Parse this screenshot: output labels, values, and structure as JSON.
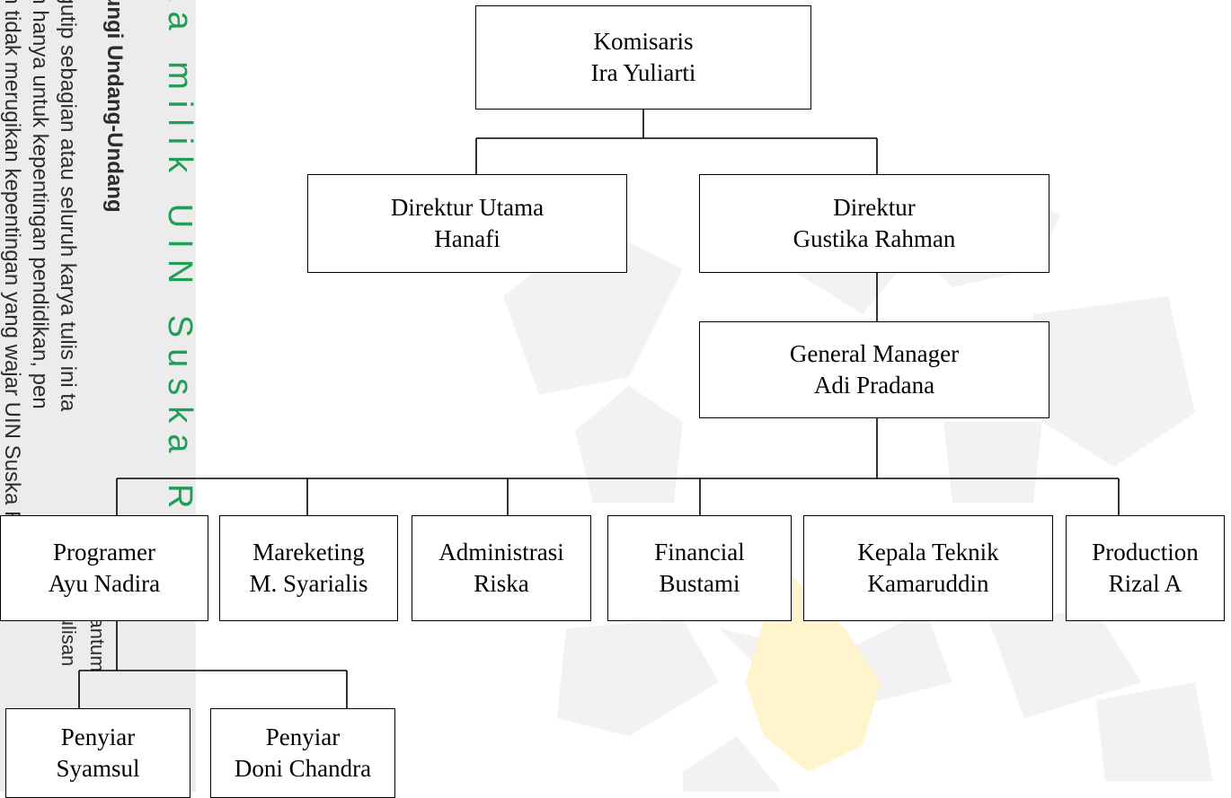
{
  "page": {
    "owner_watermark": "ta milik UIN Suska Riau",
    "copyright_lines": [
      "dungi Undang-Undang",
      "ngutip sebagian atau seluruh karya tulis ini ta",
      "an hanya untuk kepentingan pendidikan, pen",
      "an tidak merugikan kepentingan yang wajar UIN Suska Riau"
    ],
    "copyright_right_fragments": [
      "encantum",
      "penulisan"
    ],
    "colors": {
      "owner_text": "#1f9e57",
      "side_band": "#ececec",
      "watermark": "#f0f0f0",
      "watermark_gold": "#fff3c8",
      "box_border": "#000000"
    }
  },
  "org_chart": {
    "komisaris": {
      "role": "Komisaris",
      "name": "Ira Yuliarti"
    },
    "direktur_utama": {
      "role": "Direktur Utama",
      "name": "Hanafi"
    },
    "direktur": {
      "role": "Direktur",
      "name": "Gustika Rahman"
    },
    "general_manager": {
      "role": "General Manager",
      "name": "Adi Pradana"
    },
    "departments": [
      {
        "role": "Programer",
        "name": "Ayu Nadira"
      },
      {
        "role": "Mareketing",
        "name": "M. Syarialis"
      },
      {
        "role": "Administrasi",
        "name": "Riska"
      },
      {
        "role": "Financial",
        "name": "Bustami"
      },
      {
        "role": "Kepala Teknik",
        "name": "Kamaruddin"
      },
      {
        "role": "Production",
        "name": "Rizal A"
      }
    ],
    "penyiar": [
      {
        "role": "Penyiar",
        "name": "Syamsul"
      },
      {
        "role": "Penyiar",
        "name": "Doni Chandra"
      }
    ]
  }
}
